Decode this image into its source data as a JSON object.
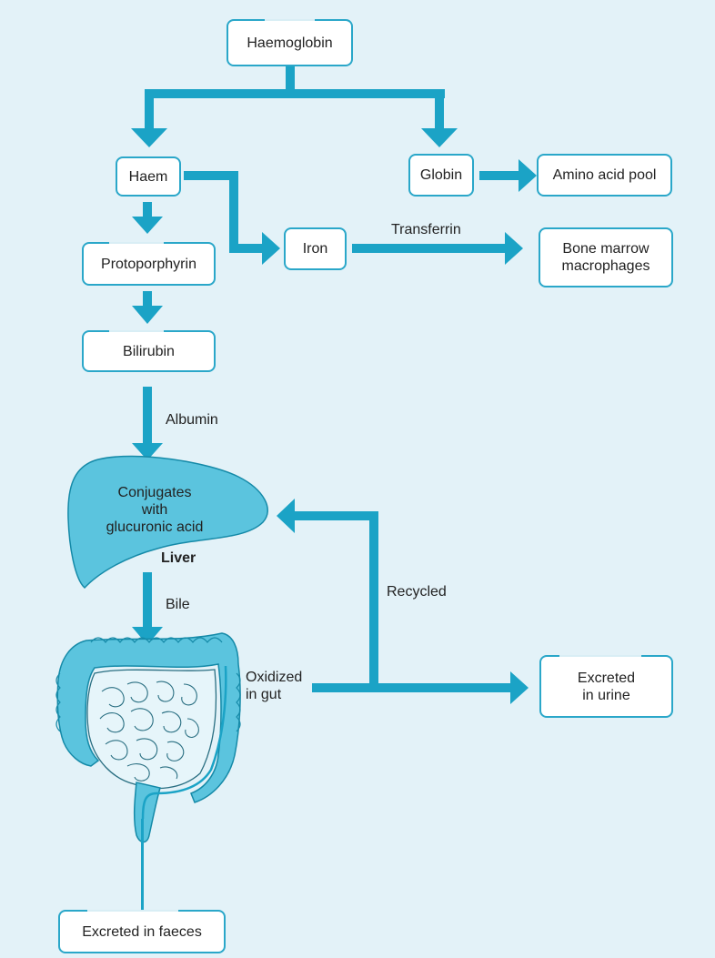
{
  "colors": {
    "background": "#e3f2f8",
    "arrow": "#1ba3c6",
    "box_border": "#2aa7c9",
    "organ_fill": "#5bc4de",
    "organ_stroke": "#158aa8",
    "intestine_fill": "#e6f5fa"
  },
  "nodes": {
    "haemoglobin": "Haemoglobin",
    "haem": "Haem",
    "globin": "Globin",
    "amino_acid_pool": "Amino acid pool",
    "protoporphyrin": "Protoporphyrin",
    "iron": "Iron",
    "bone_marrow": "Bone marrow\nmacrophages",
    "bilirubin": "Bilirubin",
    "excreted_urine": "Excreted\nin urine",
    "excreted_faeces": "Excreted in faeces"
  },
  "labels": {
    "transferrin": "Transferrin",
    "albumin": "Albumin",
    "liver_text": "Conjugates\nwith\nglucuronic acid",
    "liver": "Liver",
    "bile": "Bile",
    "recycled": "Recycled",
    "oxidized": "Oxidized\nin gut"
  },
  "icons": [
    "liver-icon",
    "intestine-icon"
  ]
}
